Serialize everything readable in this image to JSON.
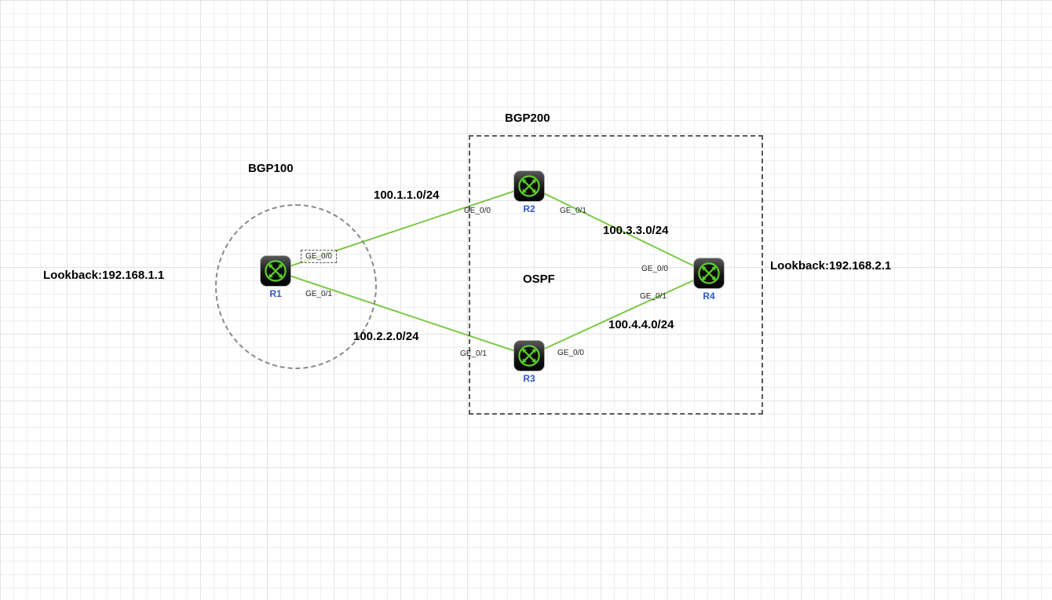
{
  "areas": {
    "bgp100": {
      "label": "BGP100"
    },
    "bgp200": {
      "label": "BGP200"
    },
    "ospf": {
      "label": "OSPF"
    }
  },
  "annotations": {
    "loopback_left": "Lookback:192.168.1.1",
    "loopback_right": "Lookback:192.168.2.1"
  },
  "routers": [
    {
      "name": "R1"
    },
    {
      "name": "R2"
    },
    {
      "name": "R3"
    },
    {
      "name": "R4"
    }
  ],
  "links": [
    {
      "network": "100.1.1.0/24",
      "from": "R1",
      "from_if": "GE_0/0",
      "to": "R2",
      "to_if": "GE_0/0"
    },
    {
      "network": "100.2.2.0/24",
      "from": "R1",
      "from_if": "GE_0/1",
      "to": "R3",
      "to_if": "GE_0/1"
    },
    {
      "network": "100.3.3.0/24",
      "from": "R2",
      "from_if": "GE_0/1",
      "to": "R4",
      "to_if": "GE_0/0"
    },
    {
      "network": "100.4.4.0/24",
      "from": "R3",
      "from_if": "GE_0/0",
      "to": "R4",
      "to_if": "GE_0/1"
    }
  ],
  "icons": {
    "router": "router-icon"
  },
  "colors": {
    "link_green": "#7cc845",
    "router_ring_green": "#5bd125",
    "router_name_blue": "#2e57c9",
    "annotation_text": "#000000",
    "area_dash": "#5a5a5a",
    "grid_line": "#e3e3e3"
  }
}
